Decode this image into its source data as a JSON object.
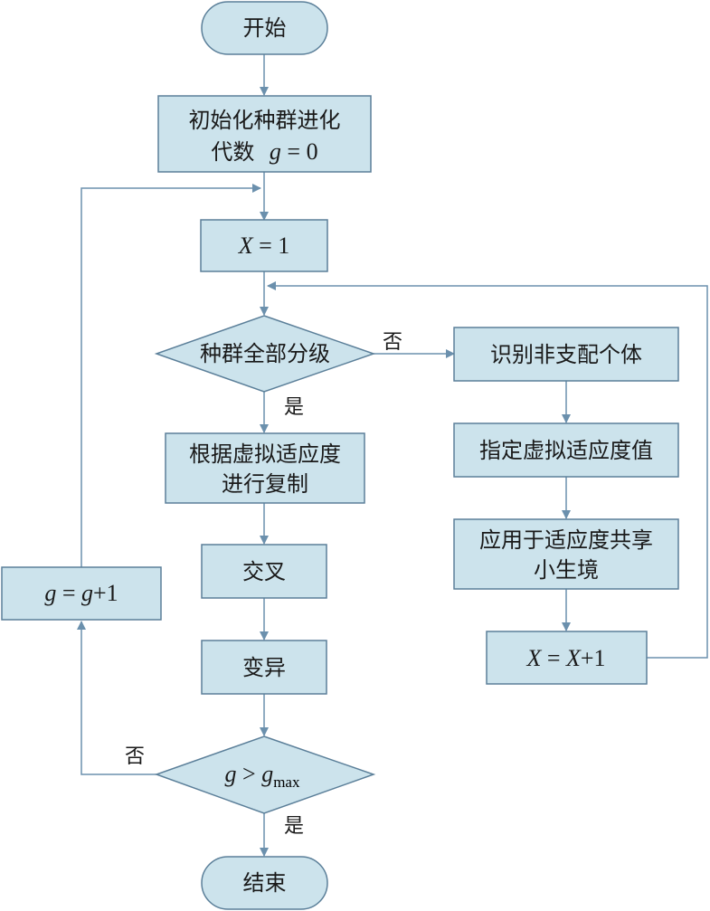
{
  "nodes": {
    "start": "开始",
    "init_line1": "初始化种群进化",
    "init_line2_prefix": "代数",
    "init_line2_var": "g",
    "init_line2_eq": " = 0",
    "set_x_var": "X",
    "set_x_eq": " = 1",
    "check_ranked": "种群全部分级",
    "copy_line1": "根据虚拟适应度",
    "copy_line2": "进行复制",
    "crossover": "交叉",
    "mutation": "变异",
    "check_gen_var": "g",
    "check_gen_op": " > ",
    "check_gen_var2": "g",
    "check_gen_sub": "max",
    "end": "结束",
    "identify": "识别非支配个体",
    "assign": "指定虚拟适应度值",
    "share_line1": "应用于适应度共享",
    "share_line2": "小生境",
    "inc_x_var1": "X",
    "inc_x_eq": " = ",
    "inc_x_var2": "X",
    "inc_x_plus": "+1",
    "inc_g_var1": "g",
    "inc_g_eq": " = ",
    "inc_g_var2": "g",
    "inc_g_plus": "+1"
  },
  "branch_labels": {
    "ranked_no": "否",
    "ranked_yes": "是",
    "gen_no": "否",
    "gen_yes": "是"
  },
  "colors": {
    "fill": "#cce3ec",
    "stroke": "#5b7f99",
    "arrow": "#6b90ad"
  }
}
